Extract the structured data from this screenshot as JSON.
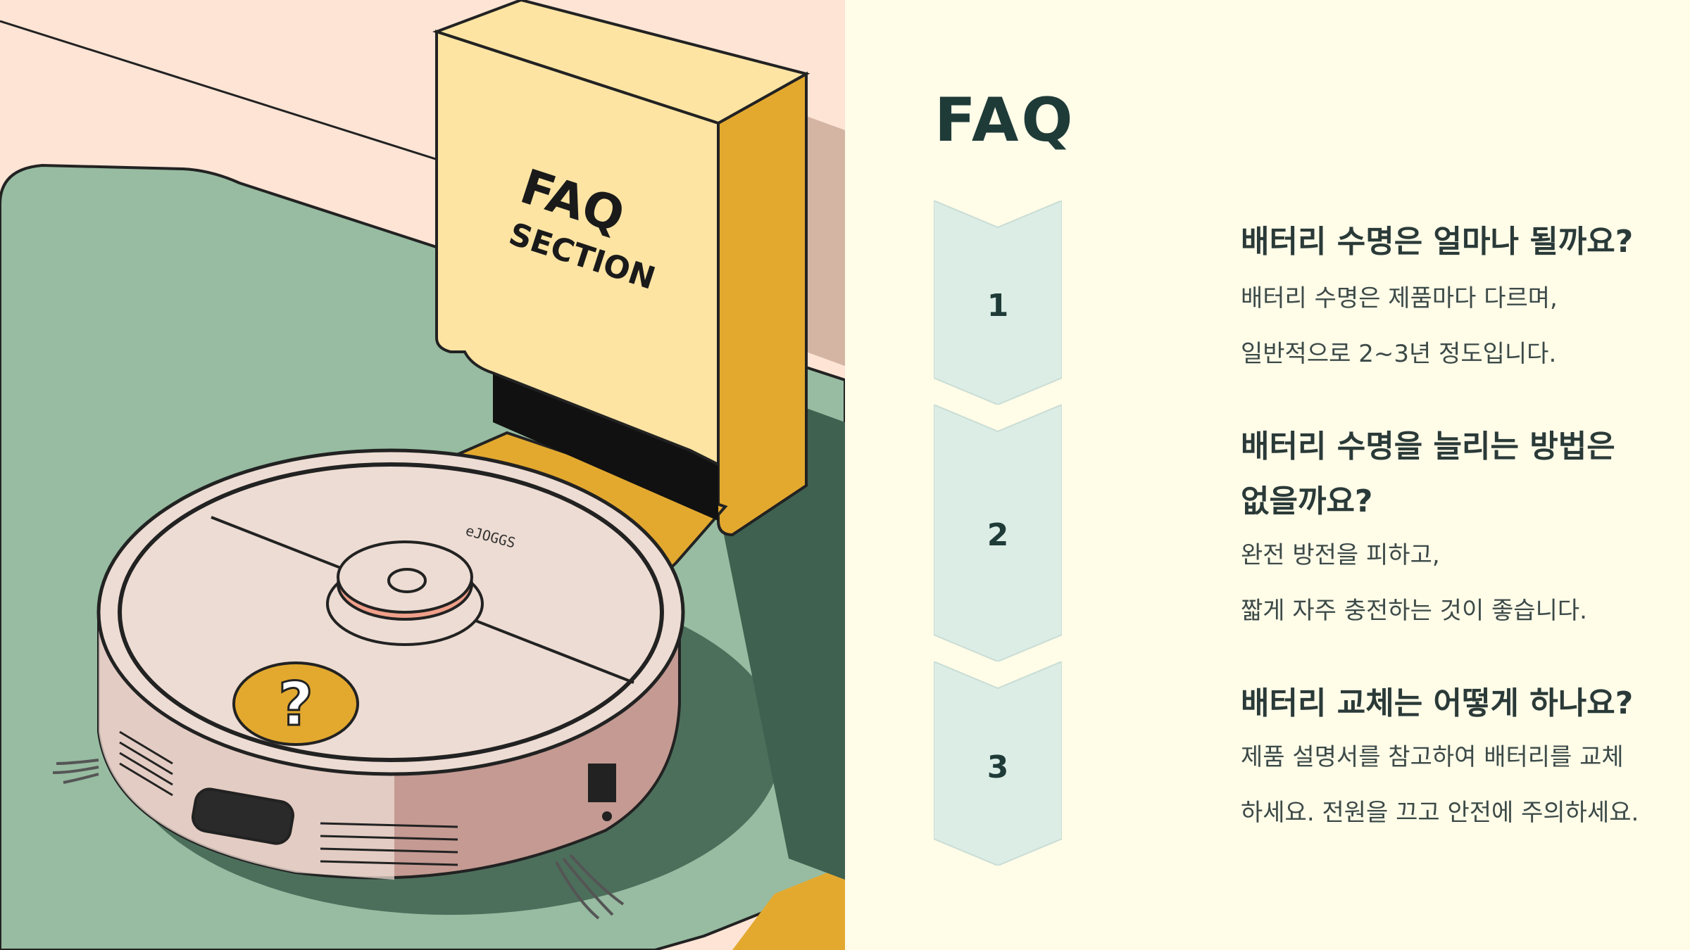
{
  "illustration": {
    "box_title": "FAQ",
    "box_subtitle": "SECTION",
    "robot_brand": "eJOGGS",
    "badge_symbol": "?"
  },
  "faq": {
    "title": "FAQ",
    "items": [
      {
        "number": "1",
        "question": "배터리 수명은 얼마나 될까요?",
        "answer_lines": [
          "배터리 수명은 제품마다 다르며,",
          "일반적으로 2~3년 정도입니다."
        ]
      },
      {
        "number": "2",
        "question_lines": [
          "배터리 수명을 늘리는 방법은",
          "없을까요?"
        ],
        "answer_lines": [
          "완전 방전을 피하고,",
          "짧게 자주 충전하는 것이 좋습니다."
        ]
      },
      {
        "number": "3",
        "question": "배터리 교체는 어떻게 하나요?",
        "answer_lines": [
          "제품 설명서를 참고하여 배터리를 교체",
          "하세요. 전원을 끄고 안전에 주의하세요."
        ]
      }
    ]
  },
  "colors": {
    "panel_background": "#fffce8",
    "chevron_fill": "#dcede6",
    "heading": "#1f3b38",
    "box_front": "#fde4a3",
    "box_side": "#e3a92f",
    "rug": "#97bca1",
    "robot_body": "#eddcd3"
  }
}
